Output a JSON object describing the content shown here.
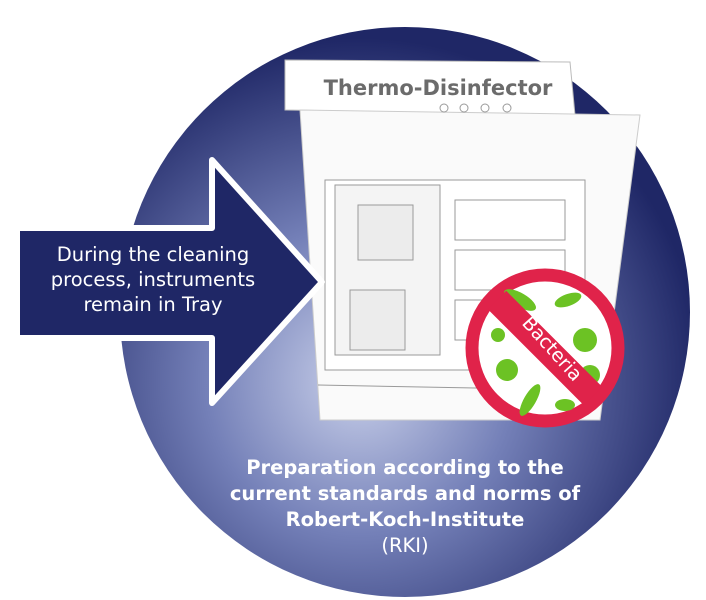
{
  "arrow": {
    "lines": [
      "During the cleaning",
      "process, instruments",
      "remain in Tray"
    ]
  },
  "machine": {
    "title": "Thermo-Disinfector"
  },
  "badge": {
    "label": "Bacteria"
  },
  "footer": {
    "lines": [
      "Preparation according to the",
      "current standards and norms of",
      "Robert-Koch-Institute"
    ],
    "note": "(RKI)"
  },
  "colors": {
    "navy": "#1f2766",
    "light": "#9aa6d2",
    "red": "#e0234a",
    "green": "#6cc224"
  }
}
